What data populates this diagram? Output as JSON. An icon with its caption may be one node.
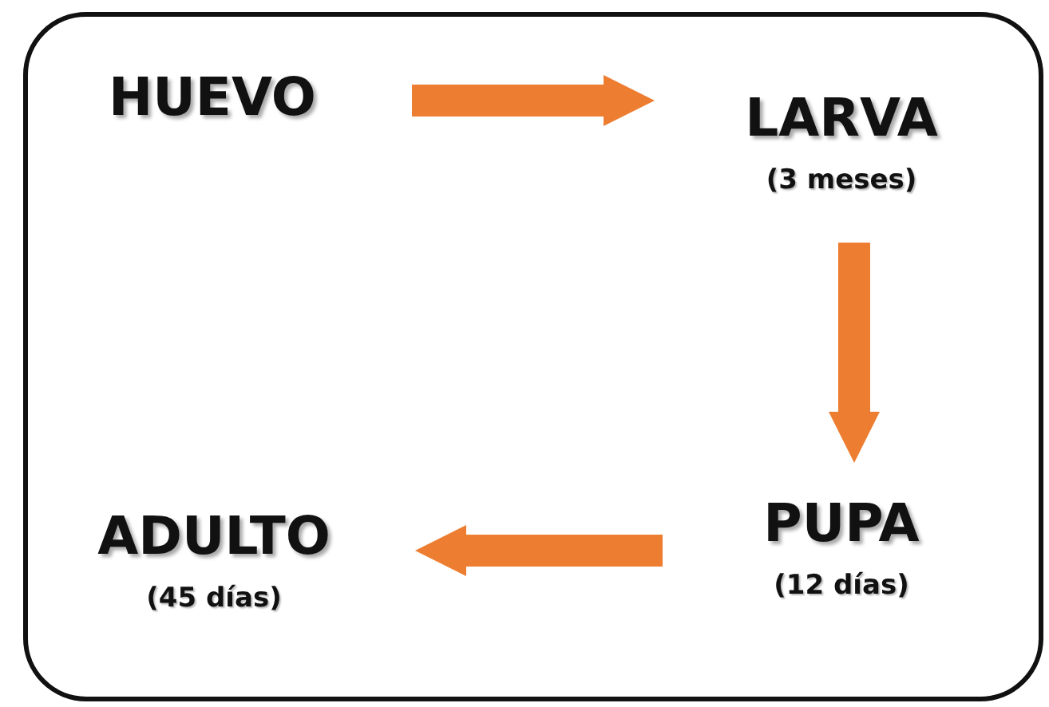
{
  "diagram": {
    "nodes": [
      {
        "text": [
          "HUEVO"
        ]
      },
      {
        "text": [
          "LARVA",
          "(3 meses)"
        ]
      },
      {
        "text": [
          "PUPA",
          "(12 días)"
        ]
      },
      {
        "text": [
          "ADULTO",
          "(45 días)"
        ]
      }
    ],
    "edges": [
      {
        "from": 0,
        "to": 1,
        "arrow": "to"
      },
      {
        "from": 1,
        "to": 2,
        "arrow": "to"
      },
      {
        "from": 2,
        "to": 3,
        "arrow": "to"
      }
    ]
  }
}
